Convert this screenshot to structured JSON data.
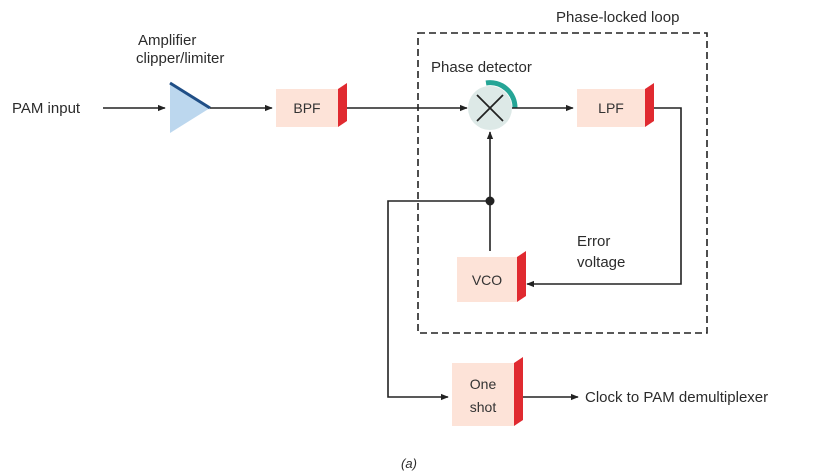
{
  "labels": {
    "pam_input": "PAM input",
    "amplifier_line1": "Amplifier",
    "amplifier_line2": "clipper/limiter",
    "pll": "Phase-locked loop",
    "phase_detector": "Phase detector",
    "error_line1": "Error",
    "error_line2": "voltage",
    "output": "Clock to PAM demultiplexer",
    "caption": "(a)"
  },
  "blocks": {
    "bpf": "BPF",
    "lpf": "LPF",
    "vco": "VCO",
    "oneshot_line1": "One",
    "oneshot_line2": "shot"
  },
  "colors": {
    "box_face": "#fde3d8",
    "box_side": "#e02a30",
    "amp_fill": "#bcd7ee",
    "amp_edge": "#1f4e86",
    "mixer_fill": "#dde9e7",
    "mixer_arc": "#25a596",
    "wire": "#222222",
    "dashed": "#222222"
  }
}
